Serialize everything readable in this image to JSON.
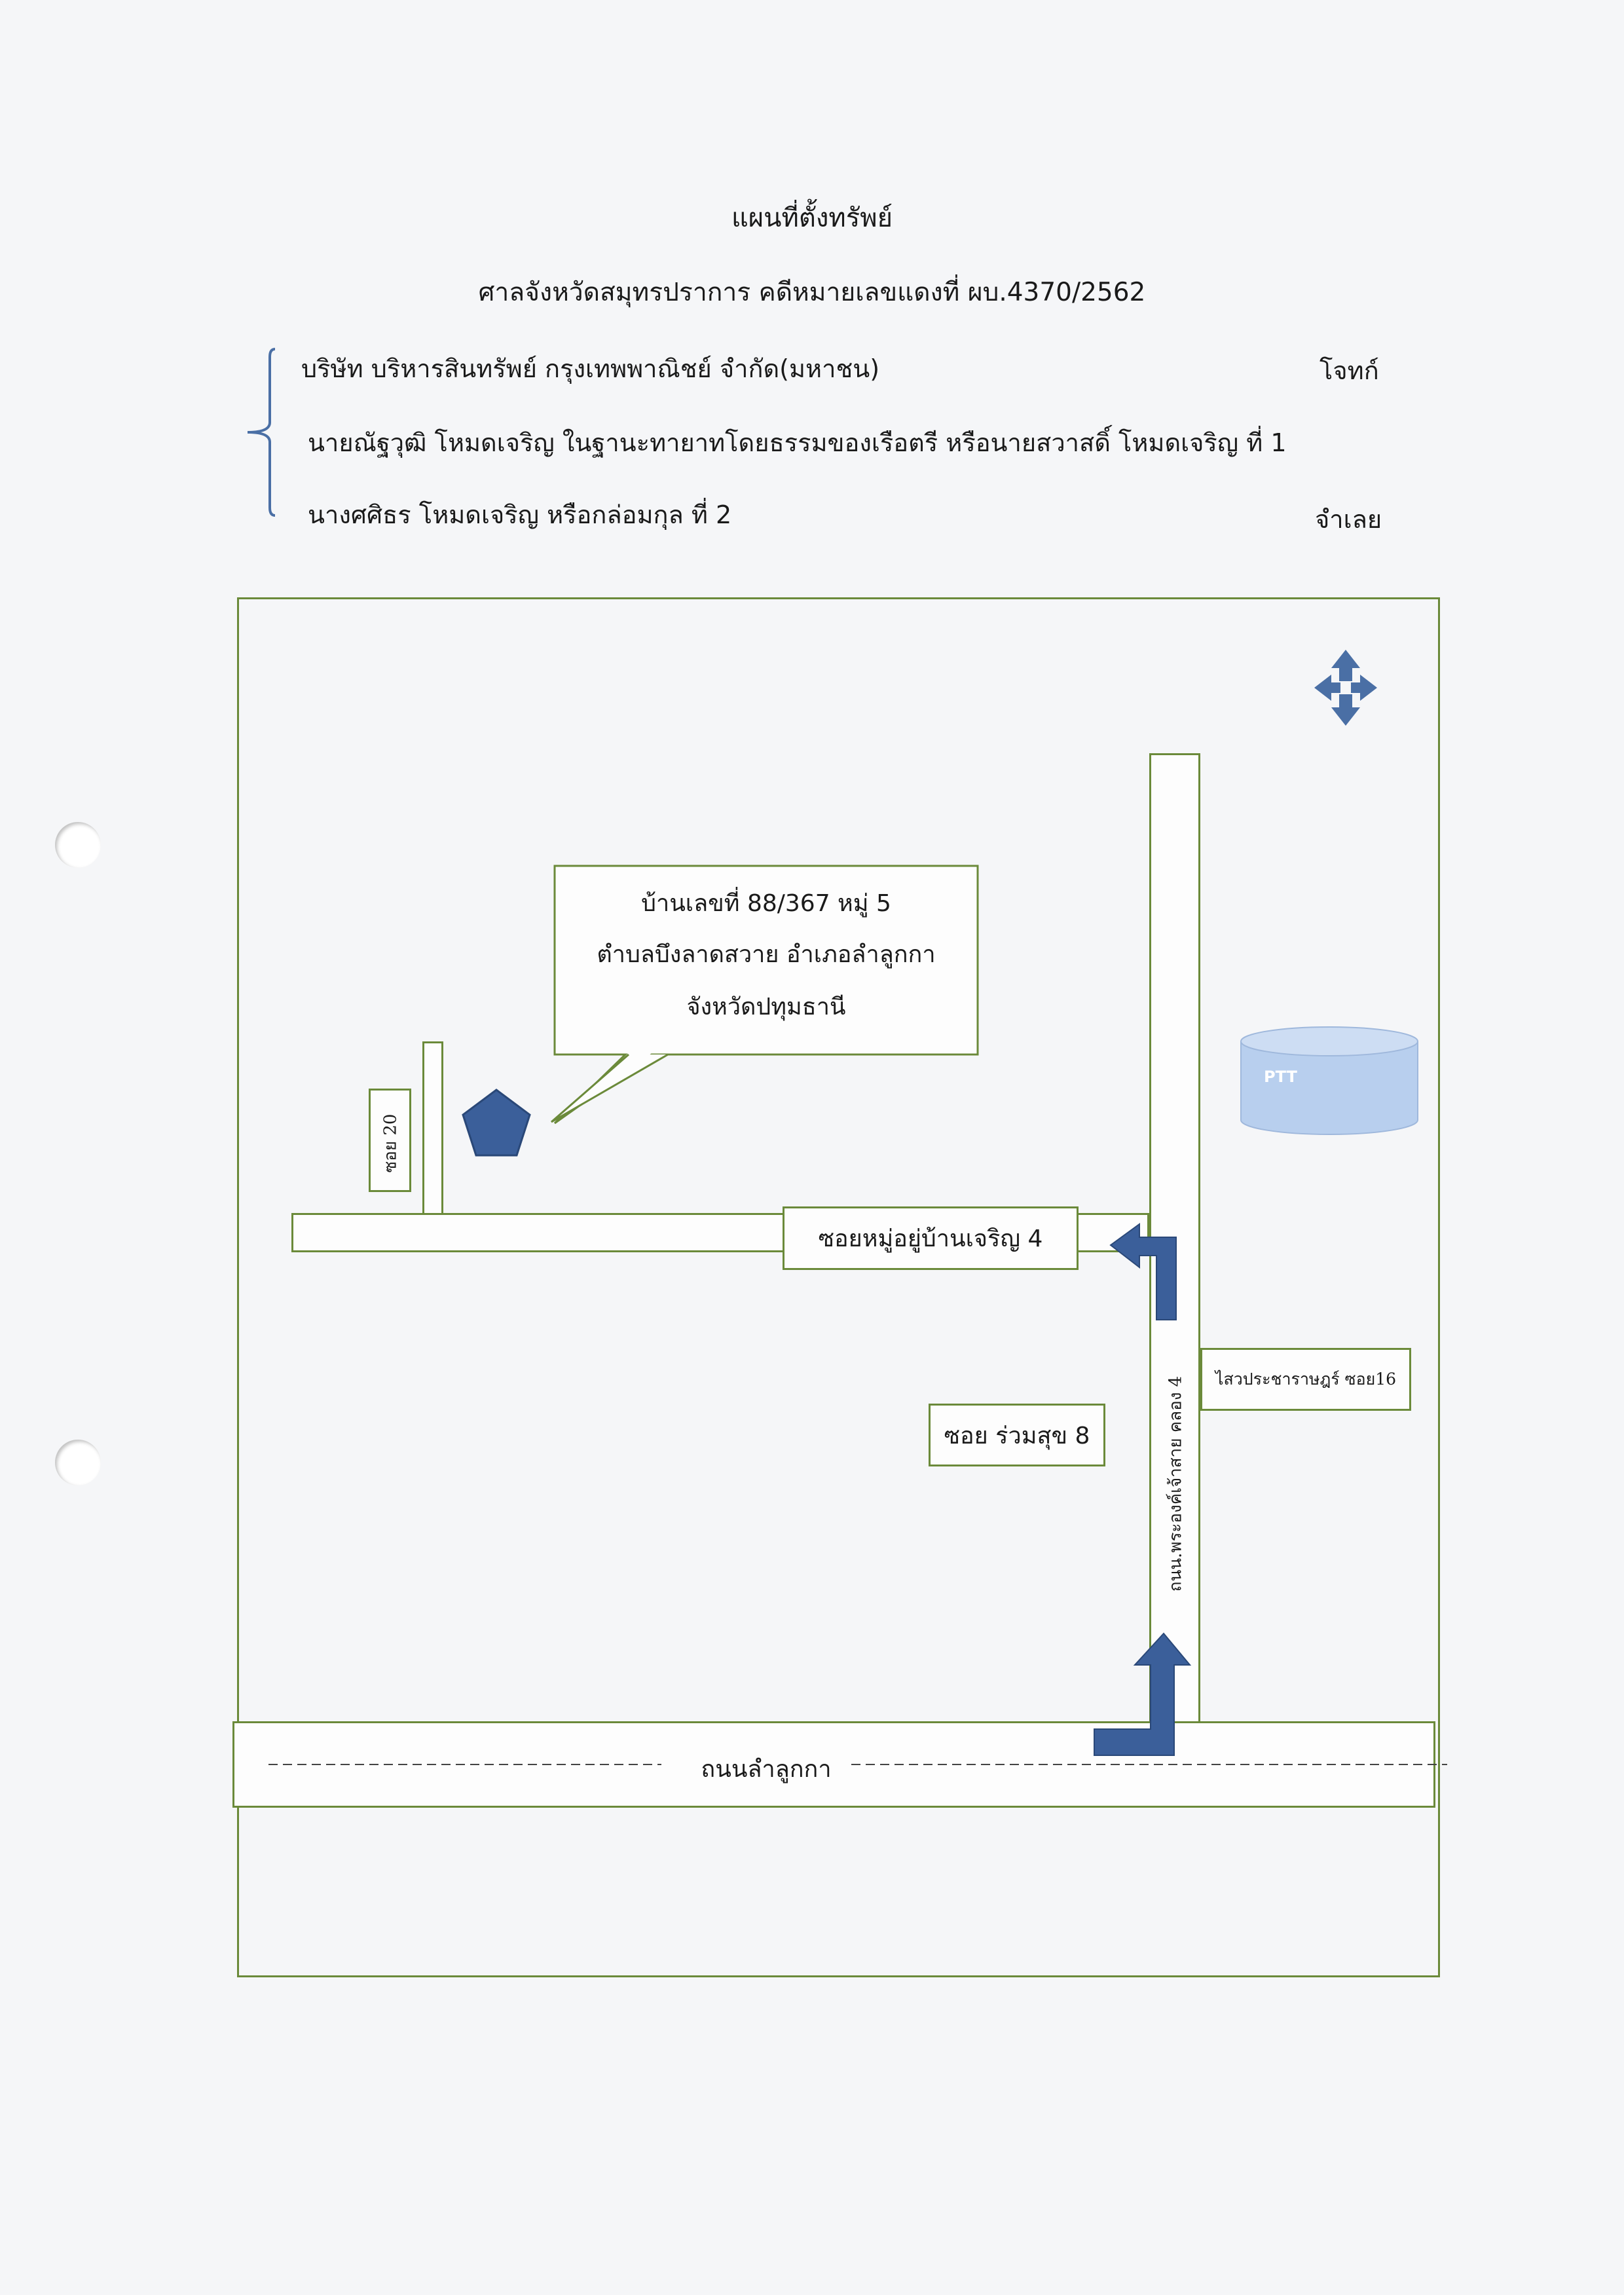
{
  "header": {
    "title": "แผนที่ตั้งทรัพย์",
    "court_line": "ศาลจังหวัดสมุทรปราการ คดีหมายเลขแดงที่ ผบ.4370/2562"
  },
  "parties": {
    "plaintiff_name": "บริษัท บริหารสินทรัพย์ กรุงเทพพาณิชย์ จำกัด(มหาชน)",
    "plaintiff_role": "โจทก์",
    "defendant1_name": "นายณัฐวุฒิ โหมดเจริญ ในฐานะทายาทโดยธรรมของเรือตรี หรือนายสวาสดิ์ โหมดเจริญ ที่ 1",
    "defendant2_name": "นางศศิธร  โหมดเจริญ หรือกล่อมกุล  ที่ 2",
    "defendant_role": "จำเลย"
  },
  "map": {
    "property_callout": {
      "line1": "บ้านเลขที่ 88/367 หมู่ 5",
      "line2": "ตำบลบึงลาดสวาย  อำเภอลำลูกกา",
      "line3": "จังหวัดปทุมธานี"
    },
    "soi20_label": "ซอย 20",
    "soi_moo_baan_label": "ซอยหมู่อยู่บ้านเจริญ 4",
    "soi_ruamsuk_label": "ซอย ร่วมสุข 8",
    "sai_label": "ไสวประชาราษฎร์ ซอย16",
    "vertical_road_label": "ถนน.พระองค์เจ้าสาย คลอง 4",
    "main_road_label": "ถนนลำลูกกา",
    "ptt_label": "PTT",
    "accent_color": "#4a6fa5",
    "border_color": "#6b8a3a"
  }
}
